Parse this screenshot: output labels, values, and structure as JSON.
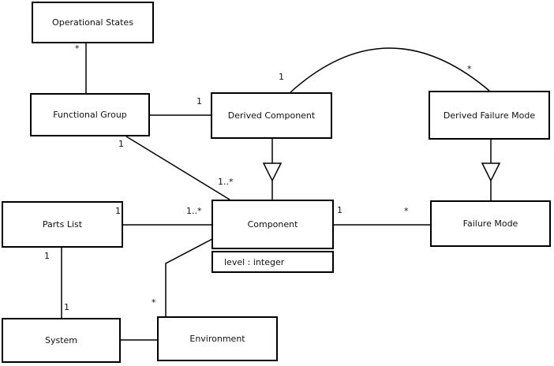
{
  "diagram": {
    "kind": "uml-class-diagram",
    "colors": {
      "background": "#ffffff",
      "line": "#000000",
      "box_fill": "#ffffff",
      "text": "#111111"
    },
    "classes": [
      {
        "id": "operational-states",
        "name": "Operational States"
      },
      {
        "id": "functional-group",
        "name": "Functional Group"
      },
      {
        "id": "derived-component",
        "name": "Derived Component"
      },
      {
        "id": "derived-failure-mode",
        "name": "Derived Failure Mode"
      },
      {
        "id": "parts-list",
        "name": "Parts List"
      },
      {
        "id": "component",
        "name": "Component",
        "attributes": [
          "level : integer"
        ]
      },
      {
        "id": "failure-mode",
        "name": "Failure Mode"
      },
      {
        "id": "system",
        "name": "System"
      },
      {
        "id": "environment",
        "name": "Environment"
      }
    ],
    "relationships": [
      {
        "from": "Operational States",
        "to": "Functional Group",
        "type": "association",
        "labels": [
          {
            "end": "operational-states",
            "text": "*"
          }
        ]
      },
      {
        "from": "Functional Group",
        "to": "Derived Component",
        "type": "association",
        "labels": [
          {
            "end": "derived-component",
            "text": "1"
          }
        ]
      },
      {
        "from": "Functional Group",
        "to": "Component",
        "type": "association",
        "labels": [
          {
            "end": "functional-group",
            "text": "1"
          },
          {
            "end": "component",
            "text": "1..*"
          }
        ]
      },
      {
        "from": "Derived Component",
        "to": "Derived Failure Mode",
        "type": "association-curved",
        "labels": [
          {
            "end": "derived-component",
            "text": "1"
          },
          {
            "end": "derived-failure-mode",
            "text": "*"
          }
        ]
      },
      {
        "from": "Derived Component",
        "to": "Component",
        "type": "generalization",
        "labels": []
      },
      {
        "from": "Derived Failure Mode",
        "to": "Failure Mode",
        "type": "generalization",
        "labels": []
      },
      {
        "from": "Parts List",
        "to": "Component",
        "type": "association",
        "labels": [
          {
            "end": "parts-list",
            "text": "1"
          },
          {
            "end": "component",
            "text": "1..*"
          }
        ]
      },
      {
        "from": "Component",
        "to": "Failure Mode",
        "type": "association",
        "labels": [
          {
            "end": "component",
            "text": "1"
          },
          {
            "end": "failure-mode",
            "text": "*"
          }
        ]
      },
      {
        "from": "Parts List",
        "to": "System",
        "type": "association",
        "labels": [
          {
            "end": "parts-list",
            "text": "1"
          },
          {
            "end": "system",
            "text": "1"
          }
        ]
      },
      {
        "from": "System",
        "to": "Environment",
        "type": "association",
        "labels": []
      },
      {
        "from": "Environment",
        "to": "Component",
        "type": "association",
        "labels": [
          {
            "end": "environment",
            "text": "*"
          }
        ]
      }
    ]
  }
}
